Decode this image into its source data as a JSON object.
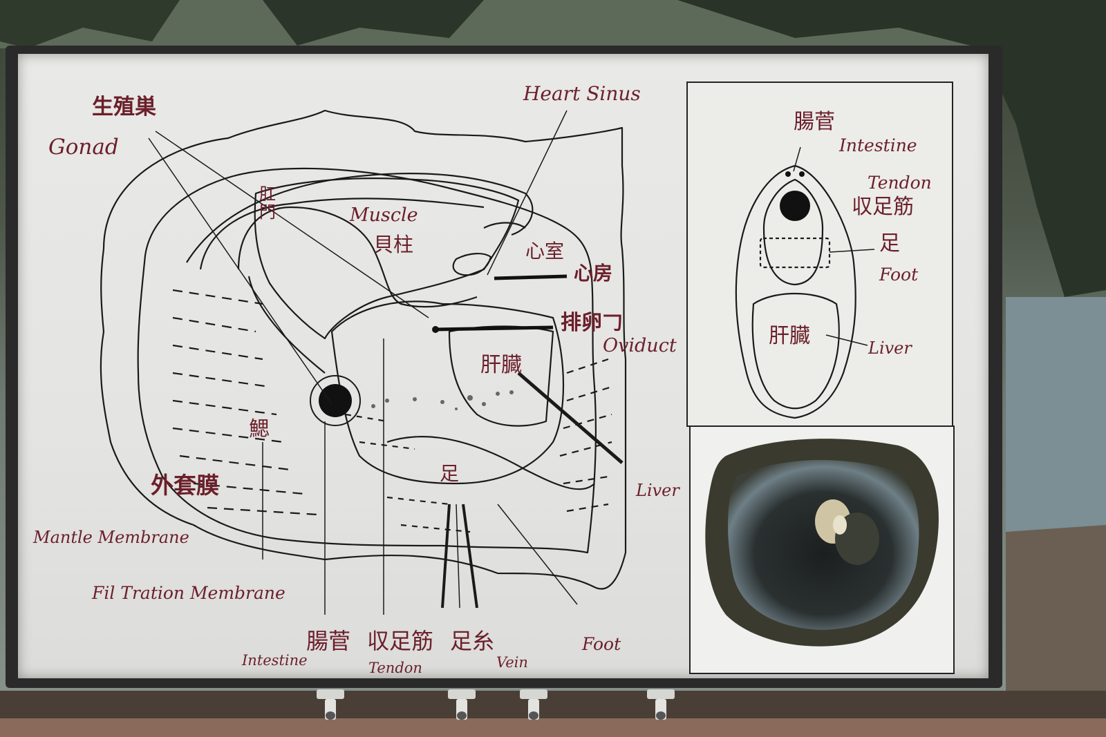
{
  "labels": {
    "gonad_zh": "生殖巣",
    "gonad_en": "Gonad",
    "heart_sinus": "Heart Sinus",
    "anus_zh": "肛門",
    "muscle_en": "Muscle",
    "muscle_zh": "貝柱",
    "ventricle_zh": "心室",
    "atrium_zh": "心房",
    "oviduct_zh": "排卵𠃌",
    "oviduct_en": "Oviduct",
    "liver_zh": "肝臓",
    "liver_en": "Liver",
    "gill_zh": "鰓",
    "mantle_zh": "外套膜",
    "mantle_en": "Mantle Membrane",
    "filtration_en": "Fil Tration Membrane",
    "foot_zh": "足",
    "foot_en": "Foot",
    "intestine_zh": "腸菅",
    "intestine_en": "Intestine",
    "tendon_zh": "収足筋",
    "tendon_en": "Tendon",
    "vein_zh": "足糸",
    "vein_en": "Vein"
  },
  "side_panel": {
    "intestine_zh": "腸菅",
    "intestine_en": "Intestine",
    "tendon_en": "Tendon",
    "tendon_zh": "収足筋",
    "foot_zh": "足",
    "foot_en": "Foot",
    "liver_zh": "肝臓",
    "liver_en": "Liver"
  },
  "colors": {
    "label": "#6b1f2a",
    "line": "#1a1a1a",
    "board": "#e9e9e7",
    "frame": "#2a2a2a"
  }
}
